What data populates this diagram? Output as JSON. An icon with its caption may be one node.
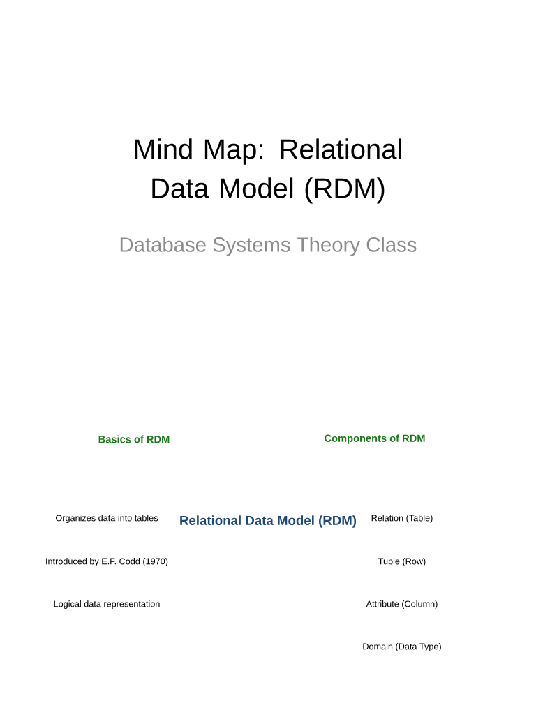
{
  "diagram": {
    "title": "Mind Map: Relational Data Model (RDM)",
    "labels": [
      "Database Systems Theory Class",
      "Basics of RDM",
      "Components of RDM",
      "Organizes data into tables",
      "Relational Data Model (RDM)",
      "Relation (Table)",
      "Introduced by E.F. Codd (1970)",
      "Tuple (Row)",
      "Logical data representation",
      "Attribute (Column)",
      "Domain (Data Type)"
    ]
  }
}
